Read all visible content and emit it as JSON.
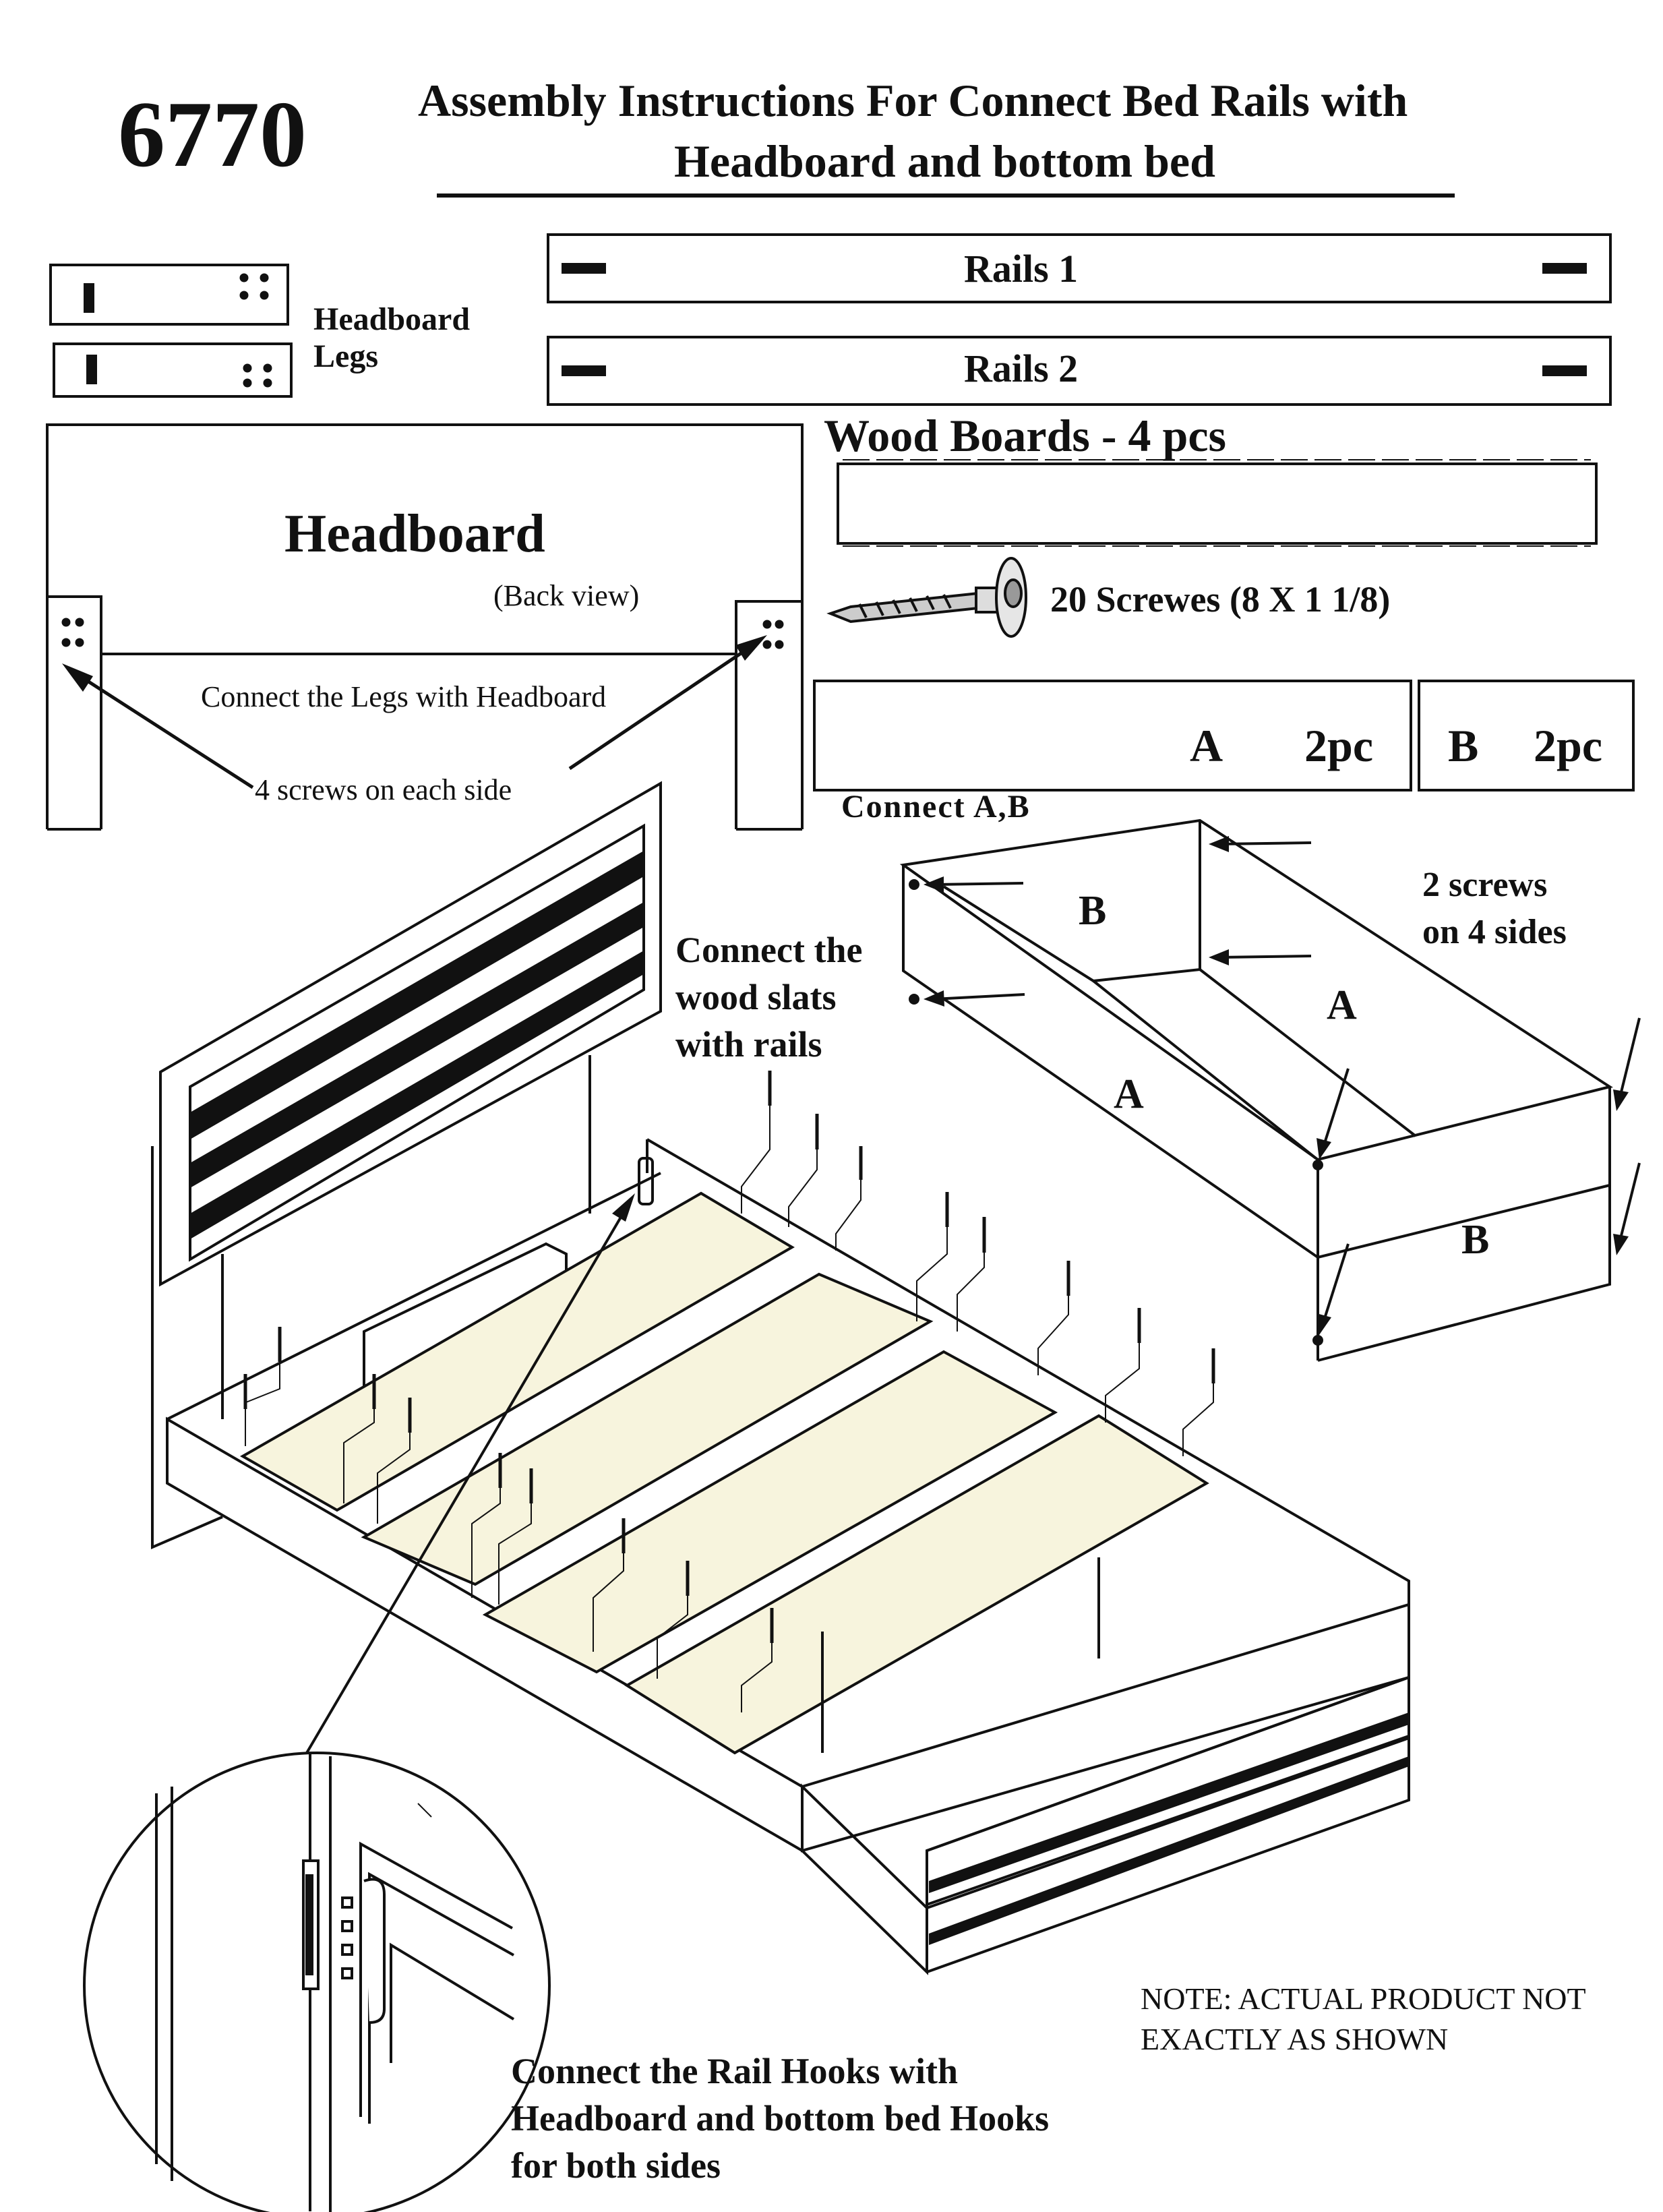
{
  "header": {
    "model_number": "6770",
    "title_line1": "Assembly Instructions For Connect Bed Rails with",
    "title_line2": "Headboard and bottom bed"
  },
  "parts": {
    "headboard_legs_line1": "Headboard",
    "headboard_legs_line2": "Legs",
    "rails1": "Rails 1",
    "rails2": "Rails 2",
    "wood_boards": "Wood Boards - 4 pcs",
    "screws": "20 Screwes (8 X 1 1/8)",
    "board_a_label": "A",
    "board_a_count": "2pc",
    "board_b_label": "B",
    "board_b_count": "2pc"
  },
  "headboard_view": {
    "title": "Headboard",
    "subtitle": "(Back view)",
    "connect_text": "Connect the Legs with Headboard",
    "screws_text": "4 screws on each side"
  },
  "box_assembly": {
    "title": "Connect A,B",
    "screws_line1": "2 screws",
    "screws_line2": "on 4 sides",
    "labels": [
      "B",
      "A",
      "A",
      "B"
    ]
  },
  "bed_assembly": {
    "slats_line1": "Connect the",
    "slats_line2": "wood slats",
    "slats_line3": "with rails",
    "hooks_line1": "Connect the Rail Hooks with",
    "hooks_line2": "Headboard and bottom bed Hooks",
    "hooks_line3": "for both sides"
  },
  "note": {
    "line1": "NOTE: ACTUAL PRODUCT NOT",
    "line2": "EXACTLY AS SHOWN"
  }
}
